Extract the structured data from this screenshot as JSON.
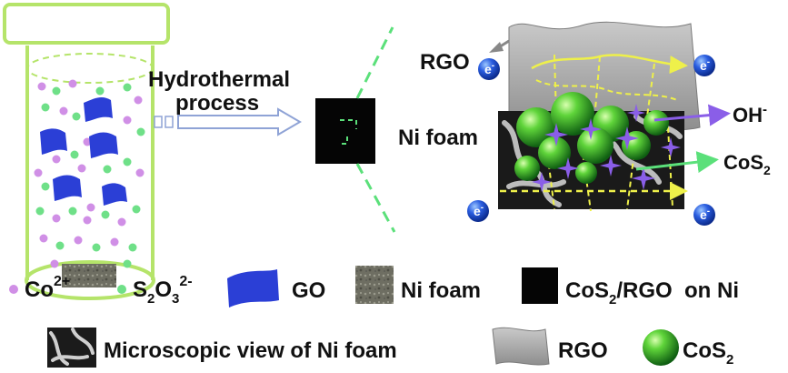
{
  "process": {
    "line1": "Hydrothermal",
    "line2": "process"
  },
  "mechanism": {
    "rgo_label": "RGO",
    "ni_foam_label": "Ni foam",
    "oh_label": "OH",
    "oh_charge": "-",
    "cos2_label": "CoS",
    "cos2_sub": "2",
    "electron_symbol": "e",
    "electron_charge": "-"
  },
  "legend": {
    "co": {
      "label": "Co",
      "charge": "2+"
    },
    "s2o3": {
      "s": "S",
      "s_sub": "2",
      "o": "O",
      "o_sub": "3",
      "charge": "2-"
    },
    "go": "GO",
    "ni_foam": "Ni foam",
    "composite": {
      "a": "CoS",
      "a_sub": "2",
      "b": "/RGO  on Ni"
    },
    "micro": "Microscopic view of Ni foam",
    "rgo": "RGO",
    "cos2": {
      "label": "CoS",
      "sub": "2"
    }
  },
  "colors": {
    "beaker_outline": "#b5e46a",
    "co_dot": "#d08fe6",
    "s2o3_dot": "#6fe088",
    "go": "#2b3fd6",
    "yellow_path": "#eef04a",
    "green_line": "#5be07a",
    "star": "#8a5ee8",
    "sphere": "#3fbf2a",
    "electron": "#1f4fd1",
    "rgo_sheet": "#a6a6a6"
  }
}
